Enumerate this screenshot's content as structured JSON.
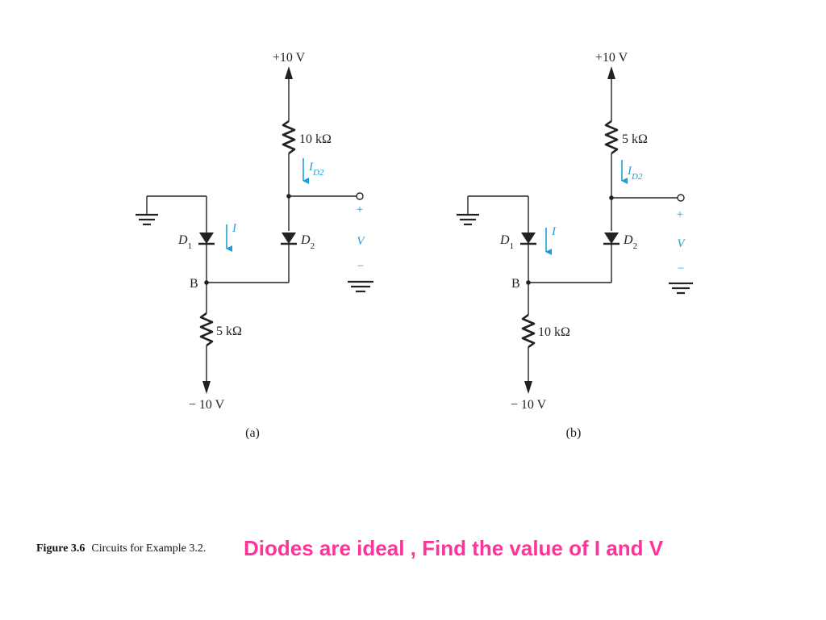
{
  "circuits": [
    {
      "id": "a",
      "top_supply": "+10 V",
      "bottom_supply": "− 10 V",
      "top_resistor": "10 kΩ",
      "bottom_resistor": "5 kΩ",
      "d1_label": "D",
      "d1_sub": "1",
      "d2_label": "D",
      "d2_sub": "2",
      "node_b": "B",
      "current_i": "I",
      "current_id2": "I",
      "current_id2_sub": "D2",
      "v_plus": "+",
      "v_label": "V",
      "v_minus": "−",
      "panel_label": "(a)"
    },
    {
      "id": "b",
      "top_supply": "+10 V",
      "bottom_supply": "− 10 V",
      "top_resistor": "5 kΩ",
      "bottom_resistor": "10 kΩ",
      "d1_label": "D",
      "d1_sub": "1",
      "d2_label": "D",
      "d2_sub": "2",
      "node_b": "B",
      "current_i": "I",
      "current_id2": "I",
      "current_id2_sub": "D2",
      "v_plus": "+",
      "v_label": "V",
      "v_minus": "−",
      "panel_label": "(b)"
    }
  ],
  "caption": {
    "figure_number": "Figure 3.6",
    "text": "Circuits for Example 3.2."
  },
  "question": "Diodes are ideal , Find the value of I and V",
  "colors": {
    "current_arrow": "#1aa0d8",
    "question_text": "#ff3399",
    "wire": "#222222"
  }
}
